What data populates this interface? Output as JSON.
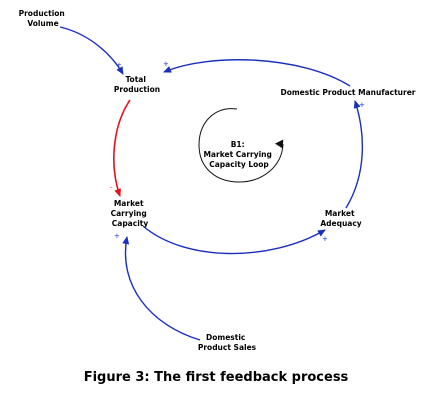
{
  "diagram": {
    "colors": {
      "positive_link": "#1b2fbf",
      "negative_link": "#e8101a",
      "loop_symbol": "#111111"
    },
    "nodes": {
      "production_volume": [
        "Production",
        "Volume"
      ],
      "total_production": [
        "Total",
        "Production"
      ],
      "domestic_product_manufacturer": [
        "Domestic Product Manufacturer"
      ],
      "market_carrying_capacity": [
        "Market",
        "Carrying",
        "Capacity"
      ],
      "market_adequacy": [
        "Market",
        "Adequacy"
      ],
      "domestic_product_sales": [
        "Domestic",
        "Product Sales"
      ]
    },
    "loop": {
      "label": [
        "B1:",
        "Market Carrying",
        "Capacity Loop"
      ]
    },
    "links": [
      {
        "id": "production-volume-to-total-production",
        "polarity": "+"
      },
      {
        "id": "domestic-manufacturer-to-total-production",
        "polarity": "+"
      },
      {
        "id": "total-production-to-market-carrying-capacity",
        "polarity": "-"
      },
      {
        "id": "market-carrying-capacity-to-market-adequacy",
        "polarity": "+"
      },
      {
        "id": "market-adequacy-to-domestic-manufacturer",
        "polarity": "+"
      },
      {
        "id": "domestic-product-sales-to-market-carrying-capacity",
        "polarity": "+"
      }
    ]
  },
  "caption": "Figure 3: The first feedback process"
}
